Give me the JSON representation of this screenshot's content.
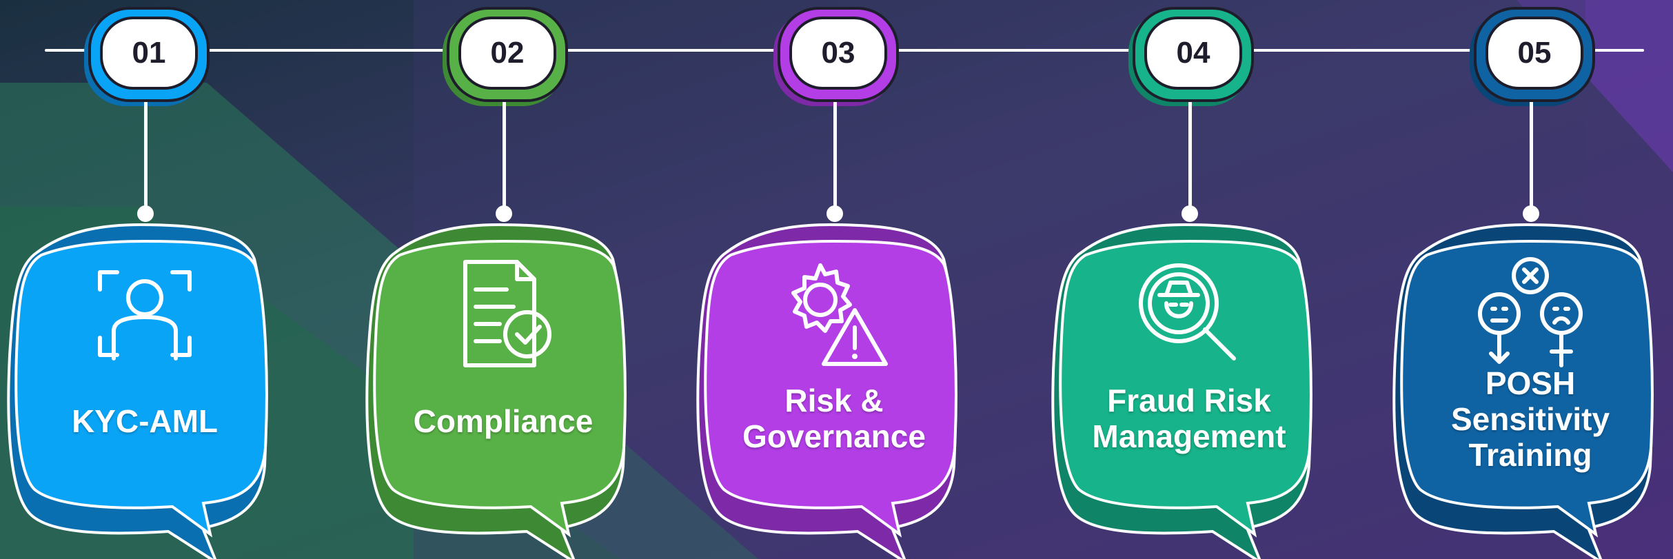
{
  "steps": [
    {
      "number": "01",
      "label": "KYC-AML",
      "icon": "face-scan-icon",
      "color": "#0aa4f6",
      "shade": "#0a6fb0"
    },
    {
      "number": "02",
      "label": "Compliance",
      "icon": "document-check-icon",
      "color": "#58b146",
      "shade": "#3e8a34"
    },
    {
      "number": "03",
      "label": "Risk &\nGovernance",
      "icon": "gear-warning-icon",
      "color": "#b33ee6",
      "shade": "#7e2aa8"
    },
    {
      "number": "04",
      "label": "Fraud Risk\nManagement",
      "icon": "fraud-search-icon",
      "color": "#17b38a",
      "shade": "#0f8466"
    },
    {
      "number": "05",
      "label": "POSH\nSensitivity\nTraining",
      "icon": "gender-faces-icon",
      "color": "#0f63a3",
      "shade": "#0a4577"
    }
  ]
}
